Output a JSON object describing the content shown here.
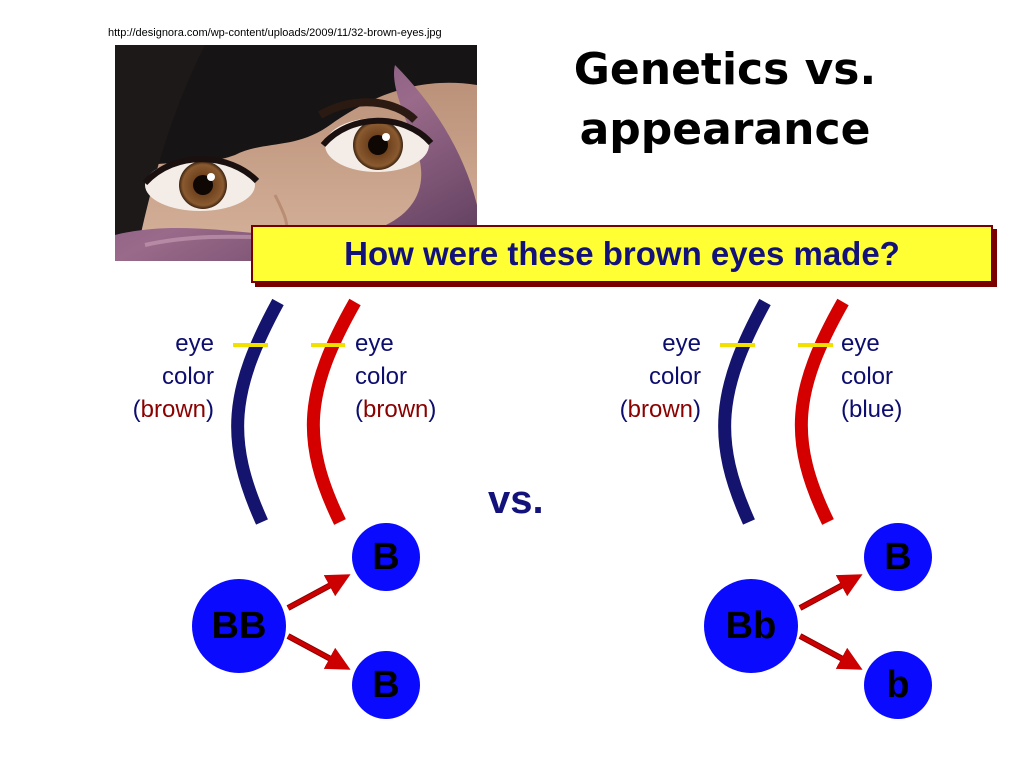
{
  "source_url": "http://designora.com/wp-content/uploads/2009/11/32-brown-eyes.jpg",
  "title_line1": "Genetics vs.",
  "title_line2": "appearance",
  "question": "How were these brown eyes made?",
  "vs_text": "vs.",
  "left_pair": {
    "chrom1": {
      "word1": "eye",
      "word2": "color",
      "open": "(",
      "allele": "brown",
      "close": ")"
    },
    "chrom2": {
      "word1": "eye",
      "word2": "color",
      "open": "(",
      "allele": "brown",
      "close": ")"
    },
    "genotype": "BB",
    "gamete1": "B",
    "gamete2": "B"
  },
  "right_pair": {
    "chrom1": {
      "word1": "eye",
      "word2": "color",
      "open": "(",
      "allele": "brown",
      "close": ")"
    },
    "chrom2": {
      "word1": "eye",
      "word2": "color",
      "text3": "(blue)"
    },
    "genotype": "Bb",
    "gamete1": "B",
    "gamete2": "b"
  },
  "colors": {
    "chromosome_blue": "#14146e",
    "chromosome_red": "#d40000",
    "gene_band": "#f2e000",
    "circle": "#0a0aff",
    "arrow": "#cc0000",
    "question_bg": "#ffff33"
  }
}
